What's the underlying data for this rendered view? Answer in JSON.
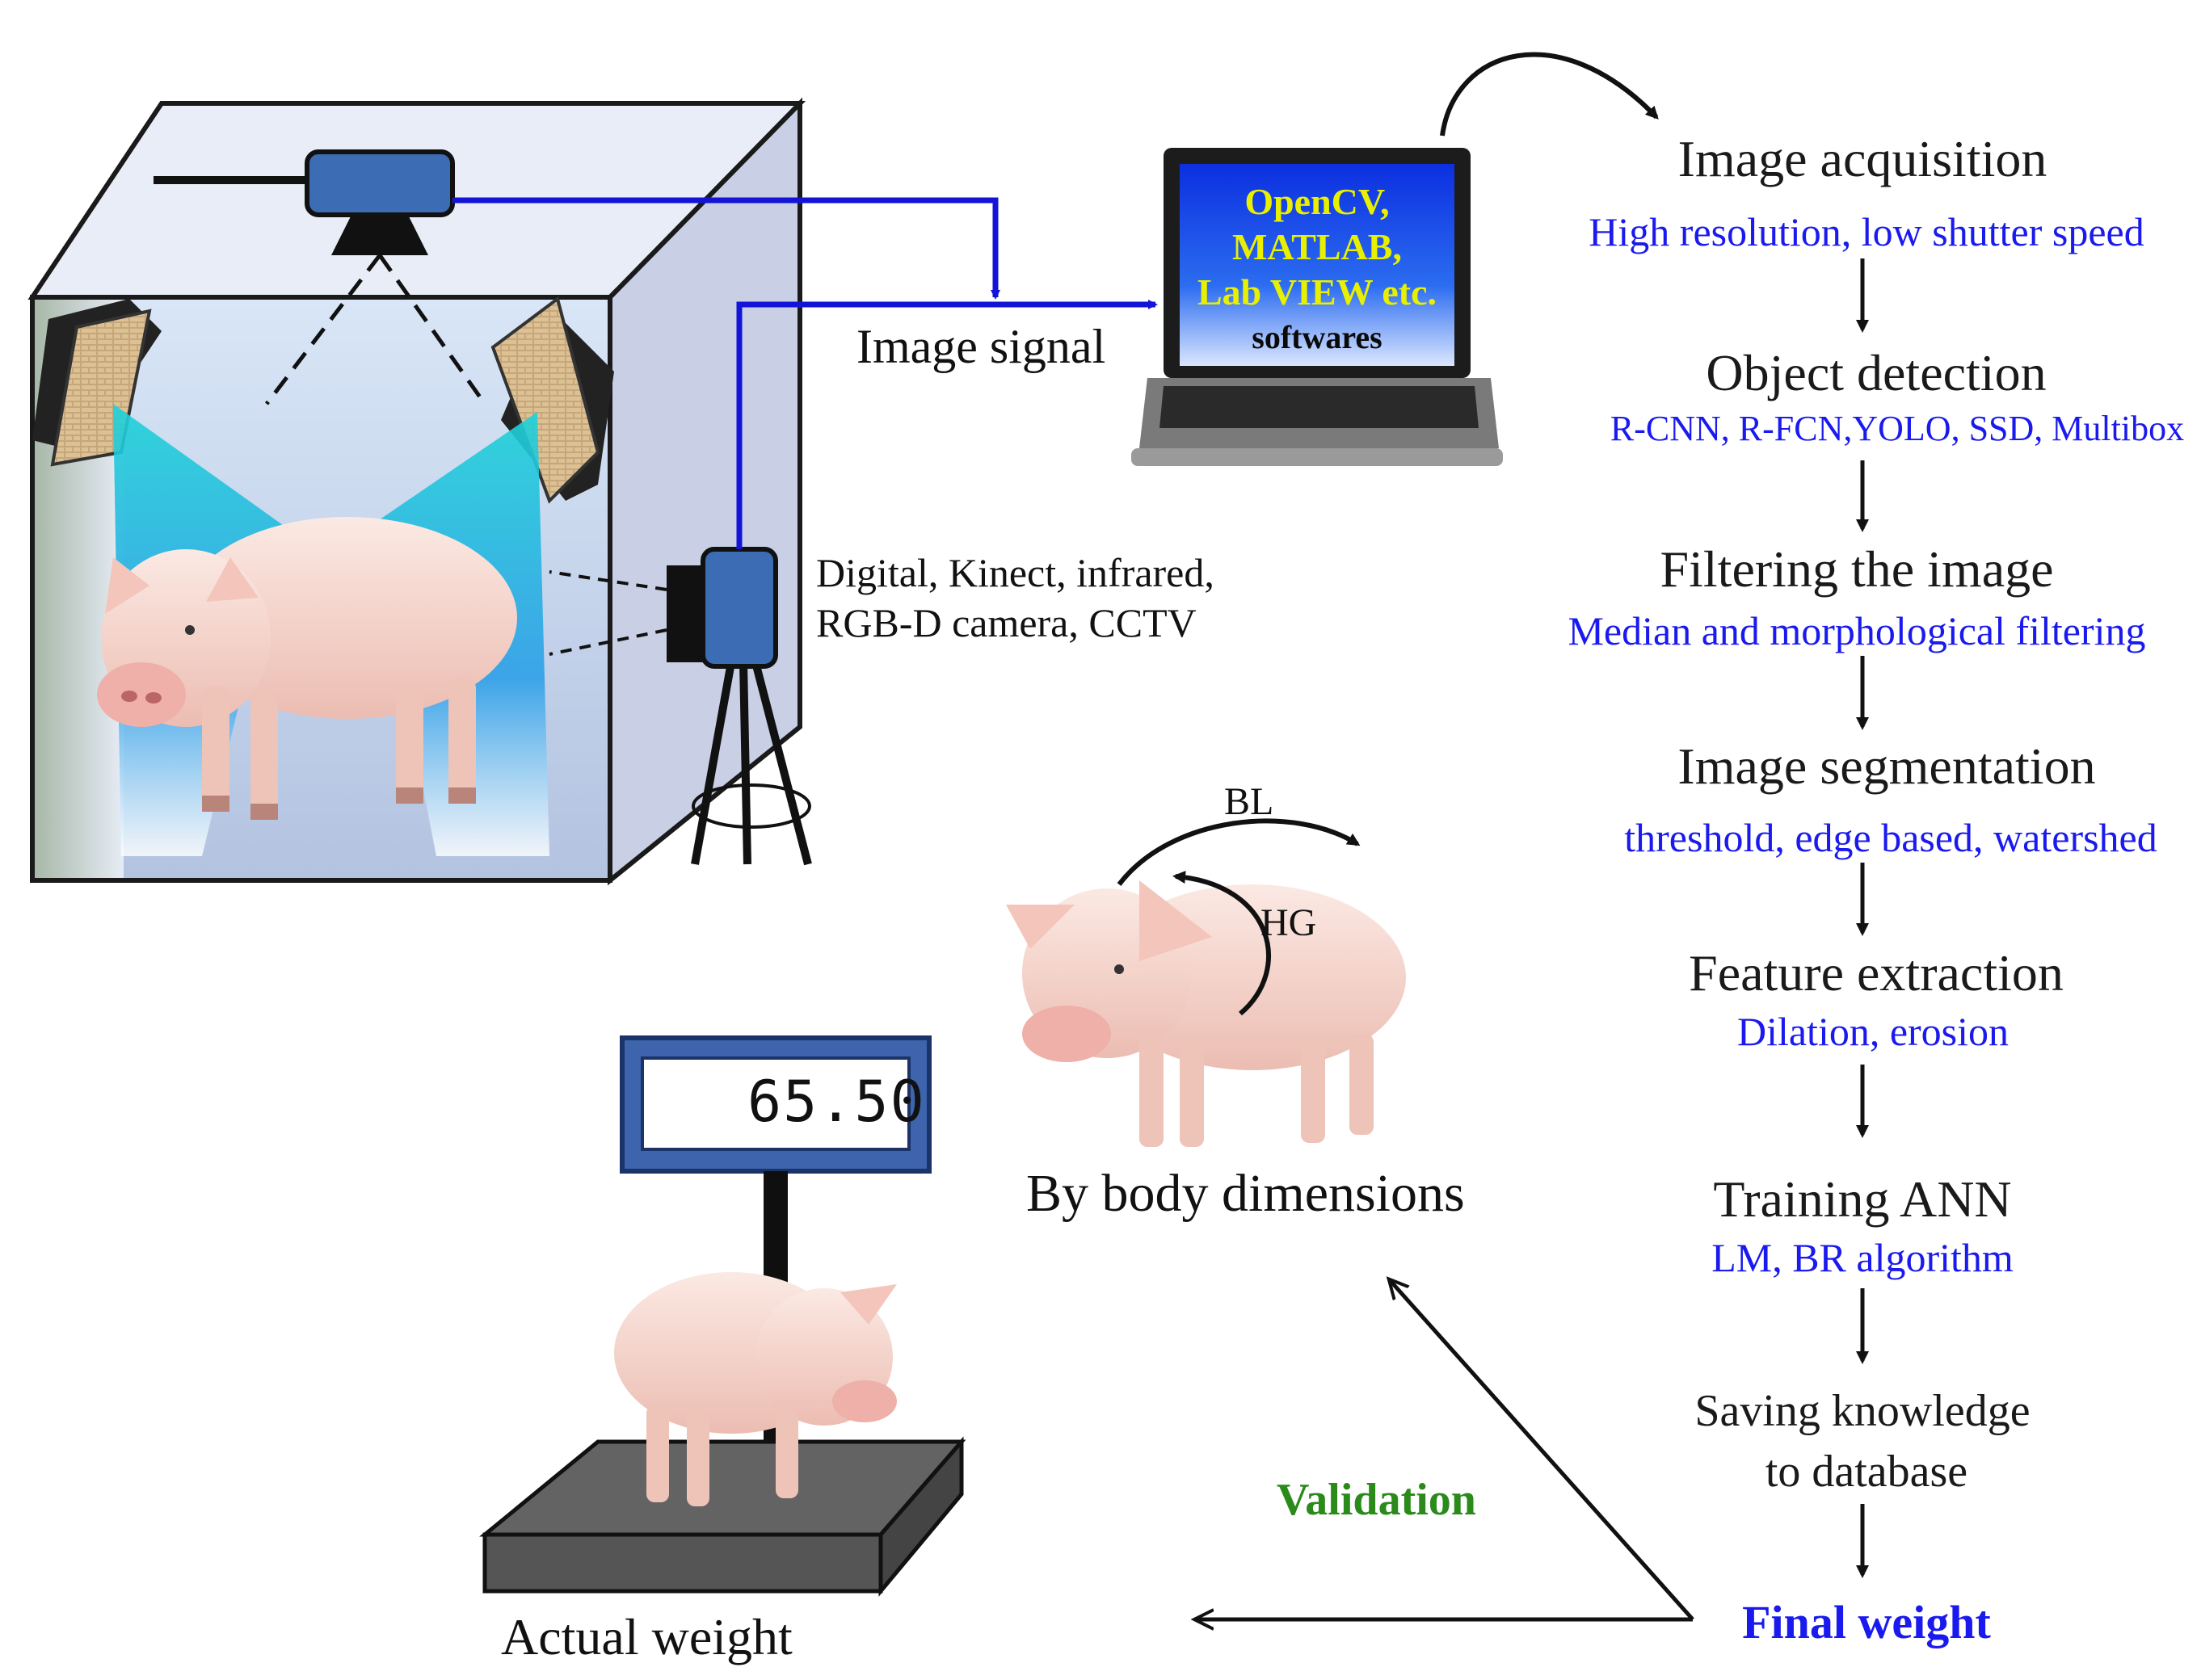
{
  "software": {
    "line1": "OpenCV,",
    "line2": "MATLAB,",
    "line3": "Lab VIEW etc.",
    "line4": "softwares"
  },
  "labels": {
    "image_signal": "Image signal",
    "camera_types_1": "Digital, Kinect, infrared,",
    "camera_types_2": "RGB-D camera, CCTV",
    "bl": "BL",
    "hg": "HG",
    "by_body_dimensions": "By body dimensions",
    "actual_weight": "Actual weight",
    "validation": "Validation",
    "scale_display": "65.50"
  },
  "pipeline": [
    {
      "title": "Image acquisition",
      "detail": "High resolution, low shutter speed"
    },
    {
      "title": "Object detection",
      "detail": "R-CNN, R-FCN,YOLO, SSD, Multibox"
    },
    {
      "title": "Filtering the image",
      "detail": "Median and morphological filtering"
    },
    {
      "title": "Image segmentation",
      "detail": "threshold, edge based, watershed"
    },
    {
      "title": "Feature extraction",
      "detail": "Dilation, erosion"
    },
    {
      "title": "Training ANN",
      "detail": "LM, BR algorithm"
    },
    {
      "title": "Saving knowledge",
      "detail": "to database"
    }
  ],
  "final_weight": "Final weight",
  "colors": {
    "signal_line": "#1414d8",
    "detail_text": "#1a1aee",
    "validation_text": "#2a8a1a",
    "final_weight_text": "#1a1aee",
    "beam": "#2fd6d6",
    "box_face": "#dde2f2",
    "camera_body": "#3c6cb4",
    "screen": "#0a2ad0"
  },
  "icons": [
    "pig-icon",
    "camera-icon",
    "laptop-icon",
    "scale-icon",
    "light-panel-icon",
    "tripod-icon"
  ]
}
